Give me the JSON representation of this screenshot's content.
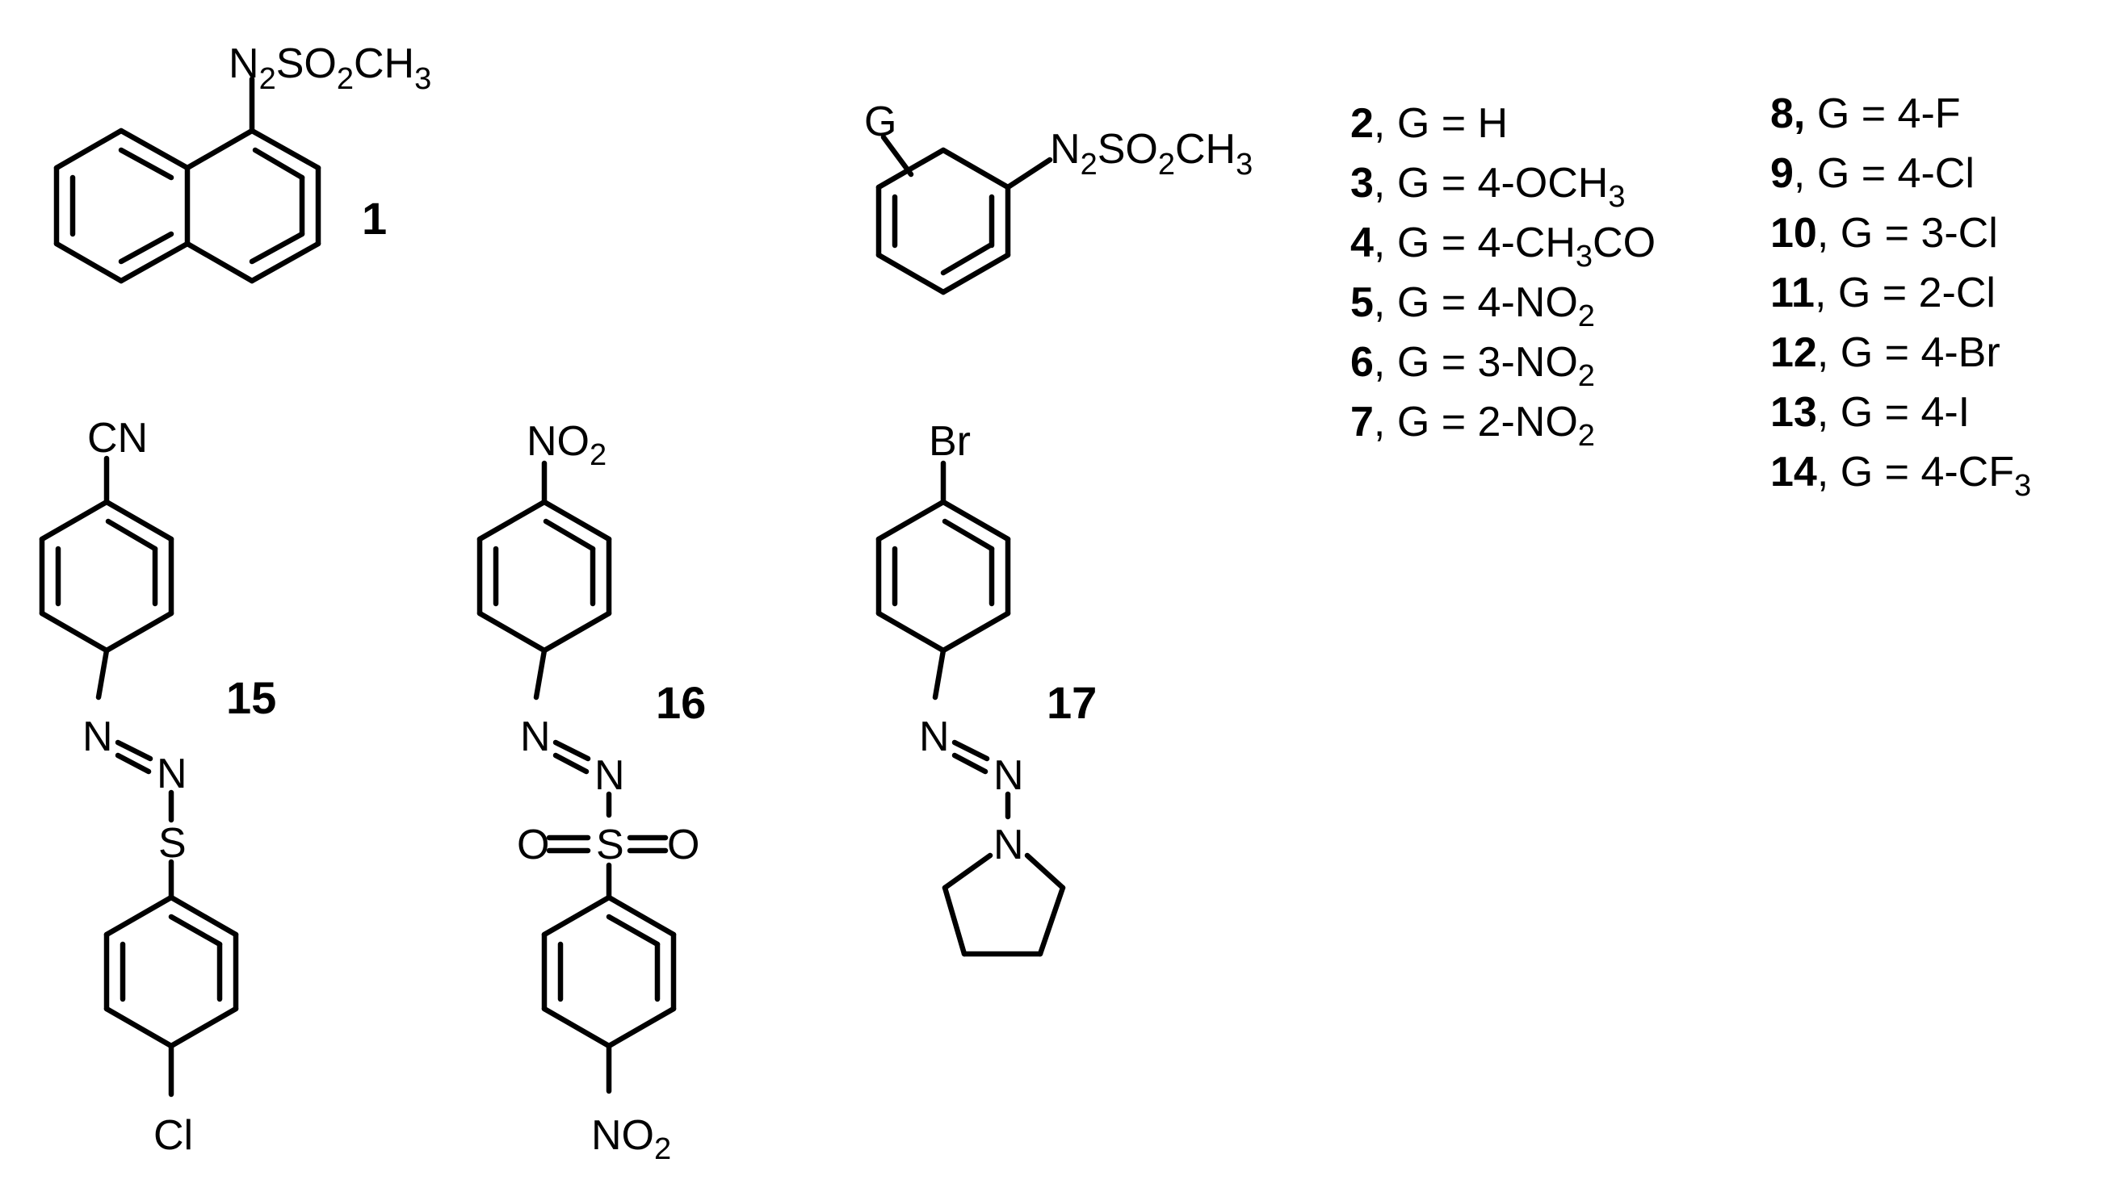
{
  "atoms": {
    "diazo_naph": [
      "N",
      "2",
      "SO",
      "2",
      "CH",
      "3"
    ],
    "diazo_phen": [
      "N",
      "2",
      "SO",
      "2",
      "CH",
      "3"
    ],
    "g": "G",
    "cn": "CN",
    "no2_top": [
      "NO",
      "2"
    ],
    "br": "Br",
    "n_15a": "N",
    "n_15b": "N",
    "s_15": "S",
    "cl_15": "Cl",
    "n_16a": "N",
    "n_16b": "N",
    "o_16a": "O",
    "s_16": "S",
    "o_16b": "O",
    "no2_bottom": [
      "NO",
      "2"
    ],
    "n_17a": "N",
    "n_17b": "N",
    "n_17c": "N"
  },
  "compound_labels": [
    "1",
    "15",
    "16",
    "17"
  ],
  "substituents": [
    {
      "num": "2",
      "text": ", G = H",
      "sub": "",
      "tail": ""
    },
    {
      "num": "3",
      "text": ", G = 4-OCH",
      "sub": "3",
      "tail": ""
    },
    {
      "num": "4",
      "text": ", G = 4-CH",
      "sub": "3",
      "tail": "CO"
    },
    {
      "num": "5",
      "text": ", G = 4-NO",
      "sub": "2",
      "tail": ""
    },
    {
      "num": "6",
      "text": ", G = 3-NO",
      "sub": "2",
      "tail": ""
    },
    {
      "num": "7",
      "text": ", G = 2-NO",
      "sub": "2",
      "tail": ""
    },
    {
      "num": "8,",
      "text": " G = 4-F",
      "sub": "",
      "tail": ""
    },
    {
      "num": "9",
      "text": ", G = 4-Cl",
      "sub": "",
      "tail": ""
    },
    {
      "num": "10",
      "text": ", G = 3-Cl",
      "sub": "",
      "tail": ""
    },
    {
      "num": "11",
      "text": ", G = 2-Cl",
      "sub": "",
      "tail": ""
    },
    {
      "num": "12",
      "text": ", G = 4-Br",
      "sub": "",
      "tail": ""
    },
    {
      "num": "13",
      "text": ", G = 4-I",
      "sub": "",
      "tail": ""
    },
    {
      "num": "14",
      "text": ", G = 4-CF",
      "sub": "3",
      "tail": ""
    }
  ]
}
